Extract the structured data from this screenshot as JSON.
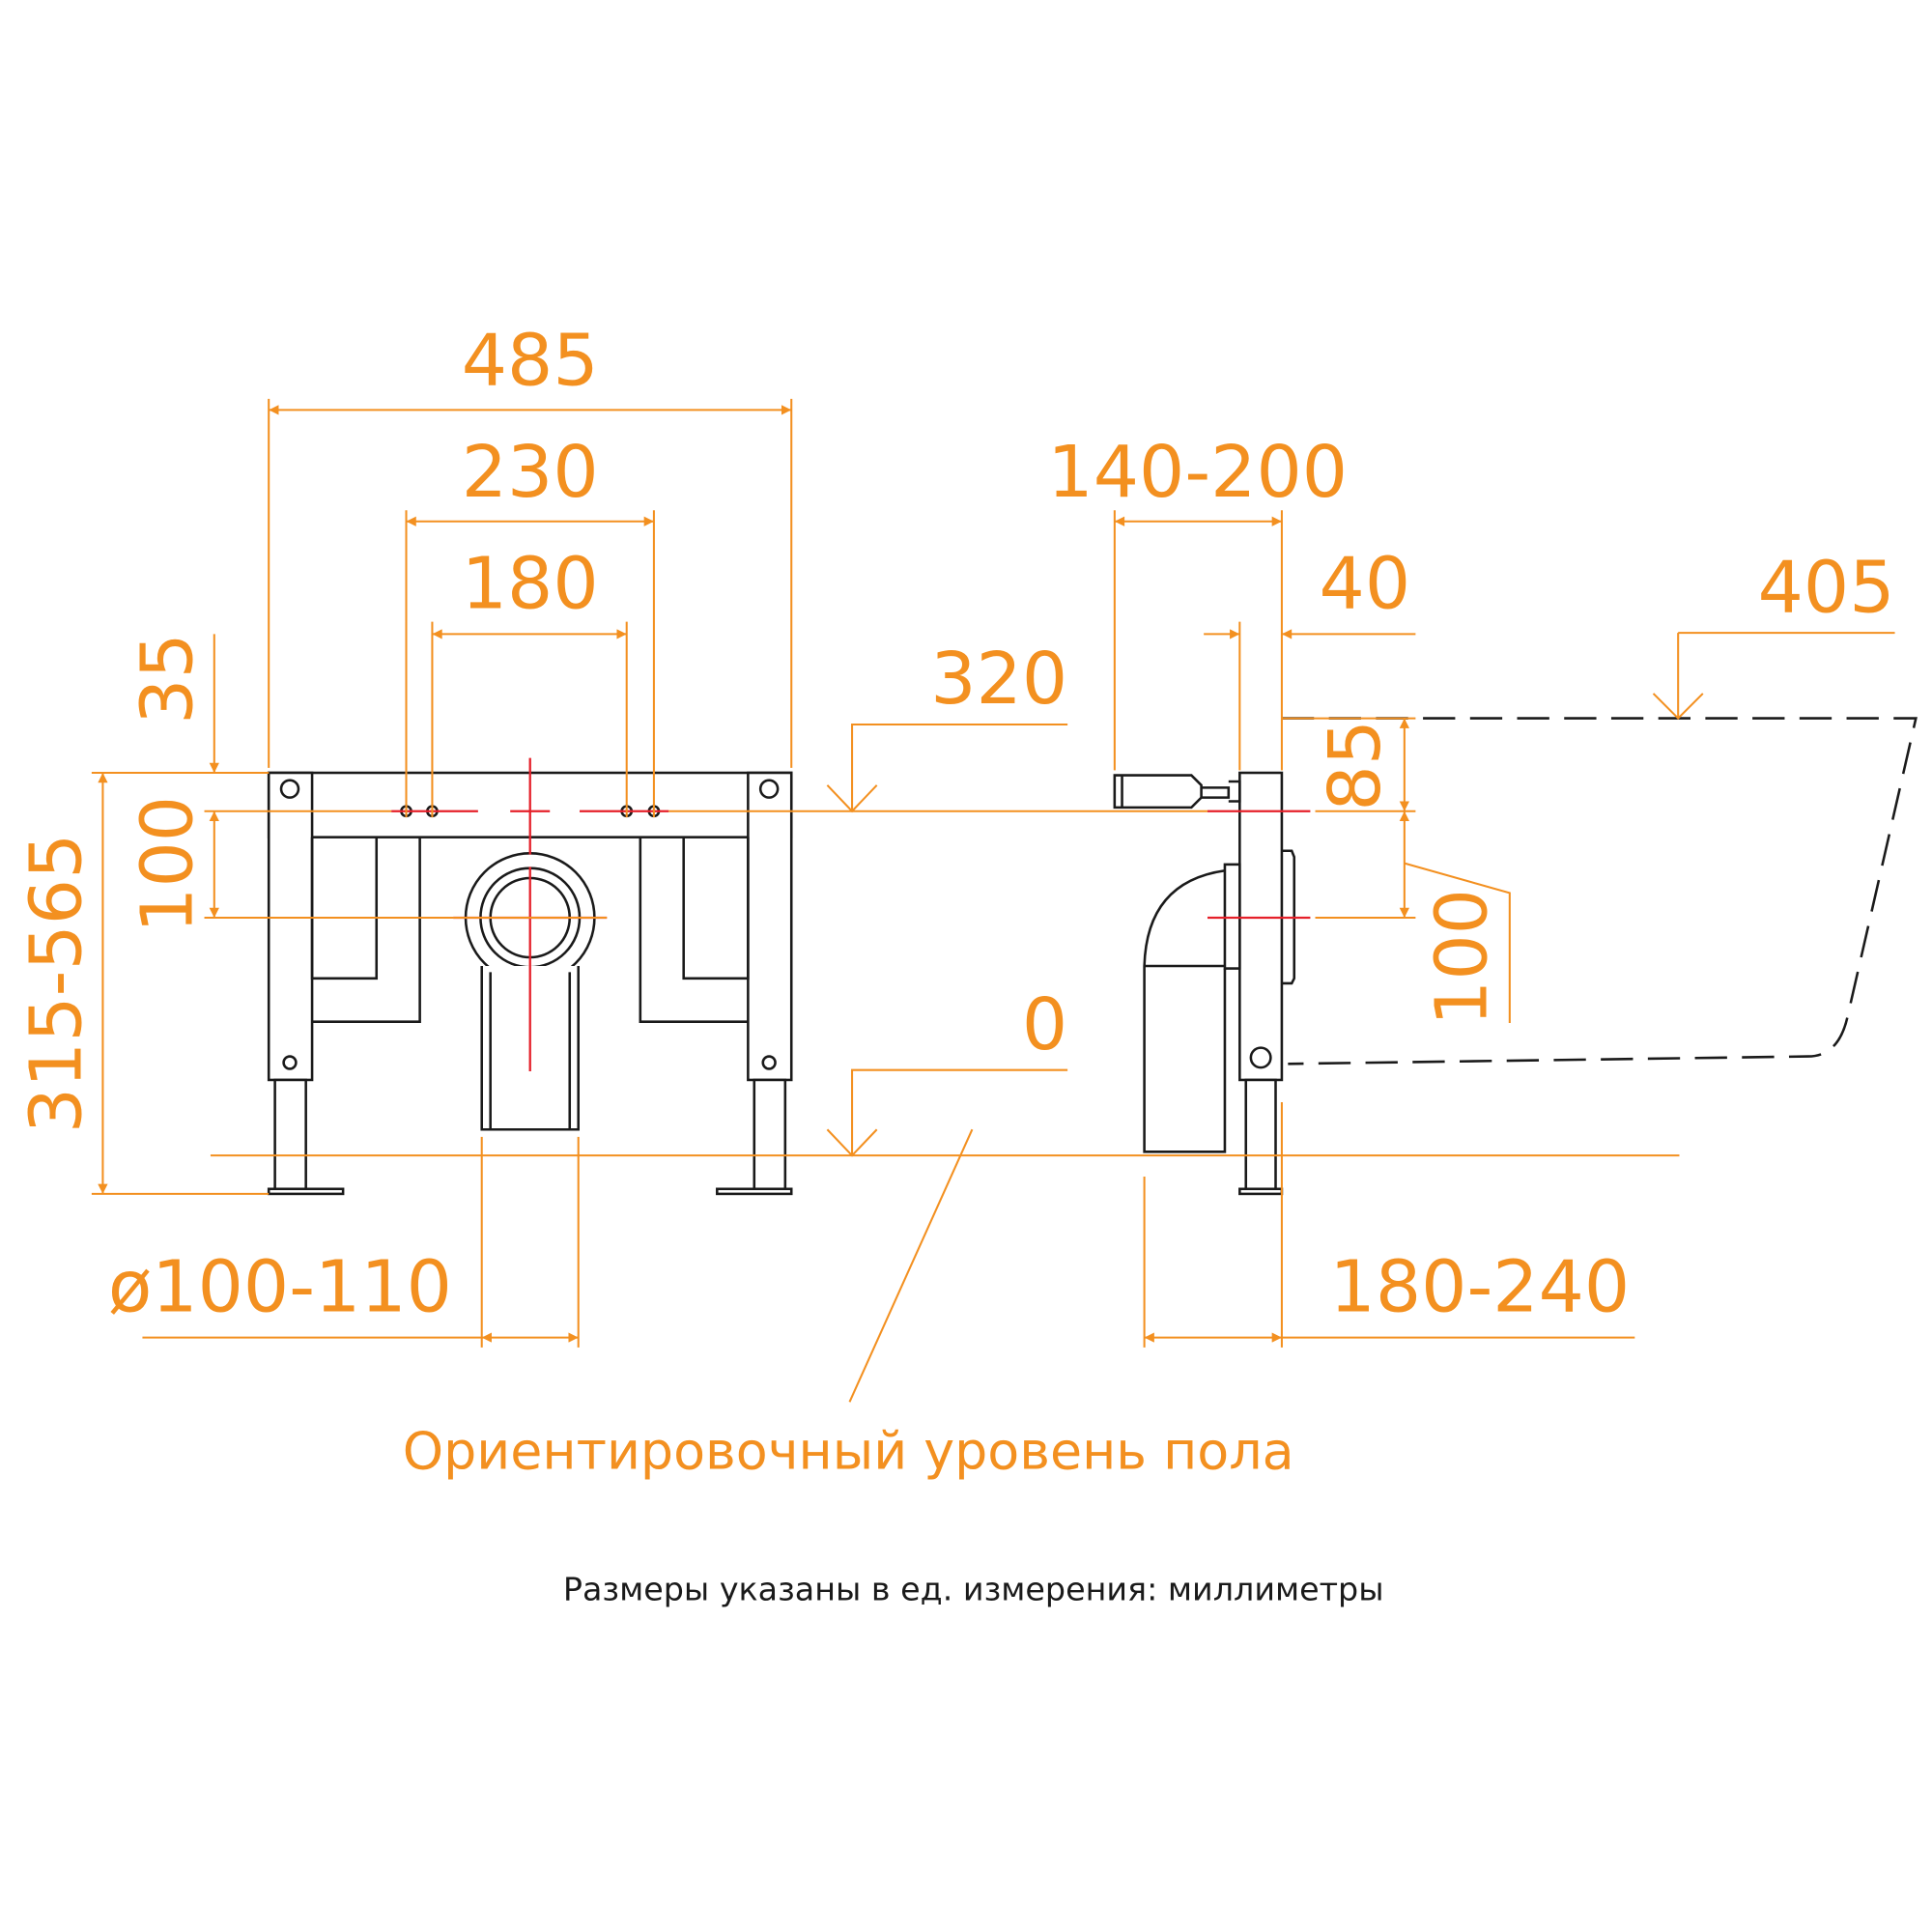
{
  "dimensions": {
    "overall_width": "485",
    "outer_holes": "230",
    "inner_holes": "180",
    "top_offset": "35",
    "hole_to_outlet": "100",
    "height_range": "315-565",
    "level_320": "320",
    "level_0": "0",
    "drain_diameter": "ø100-110",
    "side_depth_top": "140-200",
    "side_40": "40",
    "bowl_405": "405",
    "side_85": "85",
    "side_100": "100",
    "side_depth_bottom": "180-240"
  },
  "floor_label": "Ориентировочный уровень пола",
  "units_note": "Размеры указаны в ед. измерения: миллиметры",
  "colors": {
    "dimension": "#F39020",
    "axis": "#E5202A",
    "outline": "#1a1a1a"
  }
}
